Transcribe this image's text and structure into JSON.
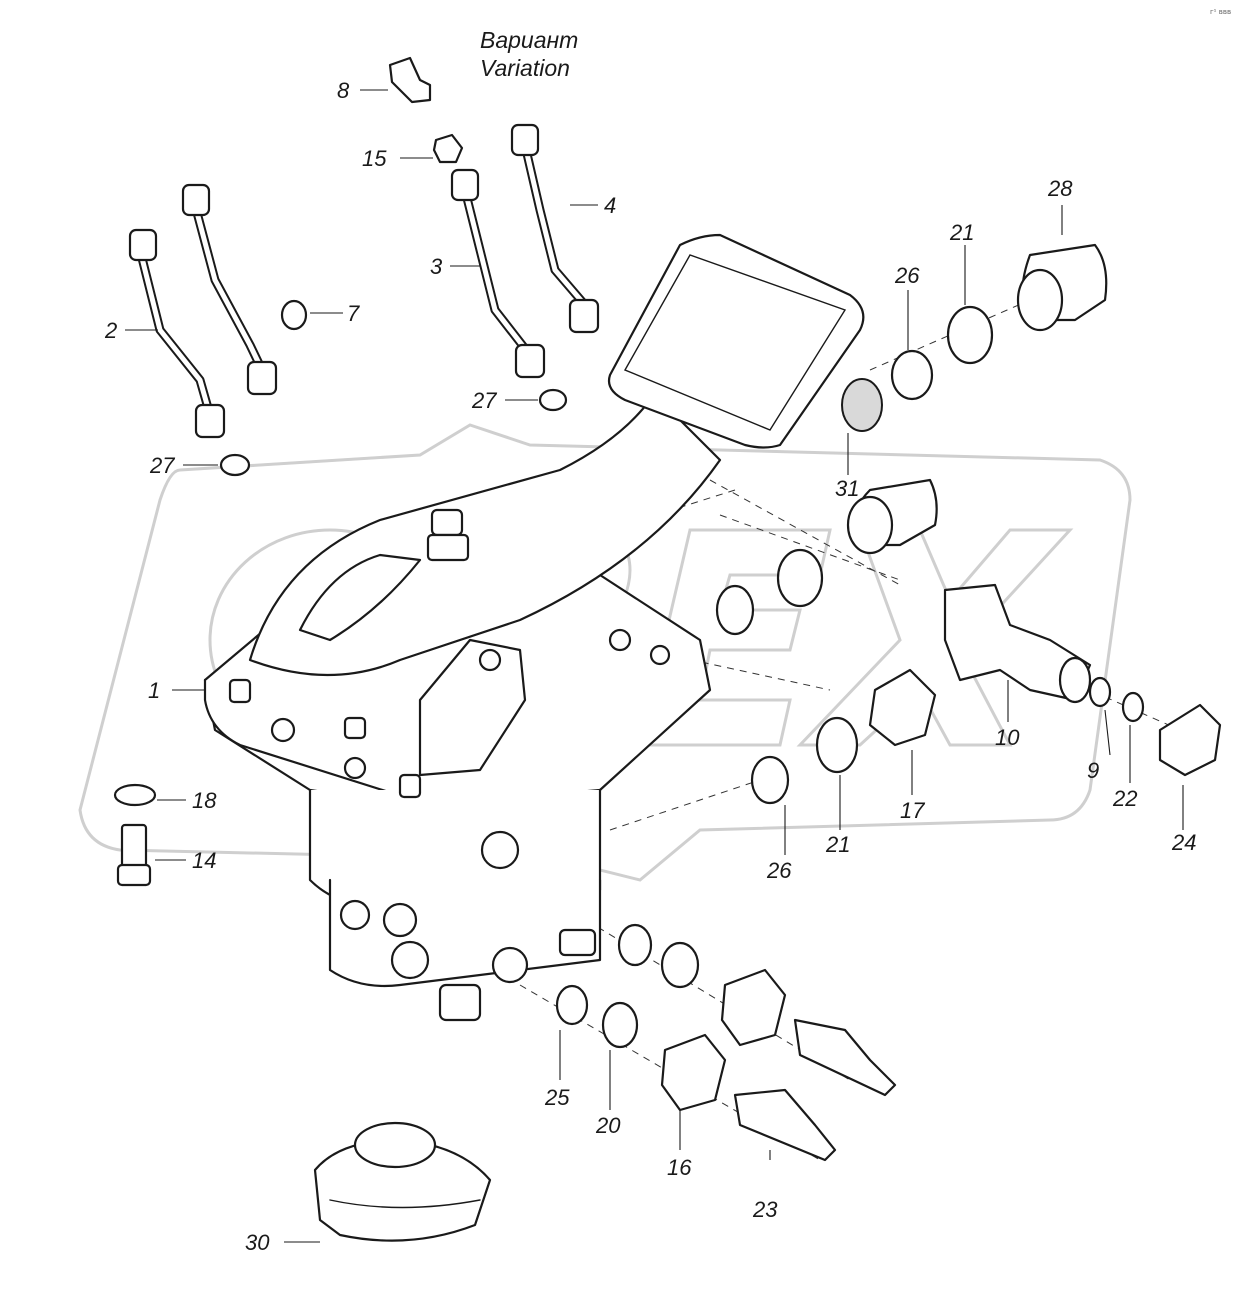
{
  "diagram": {
    "title_ru": "Вариант",
    "title_en": "Variation",
    "corner_mark": "г¹ ввв",
    "watermark": "OPEX",
    "callouts": [
      "1",
      "2",
      "3",
      "4",
      "7",
      "8",
      "9",
      "10",
      "14",
      "15",
      "16",
      "17",
      "18",
      "20",
      "21",
      "21",
      "22",
      "23",
      "24",
      "25",
      "26",
      "26",
      "27",
      "27",
      "28",
      "30",
      "31"
    ]
  }
}
